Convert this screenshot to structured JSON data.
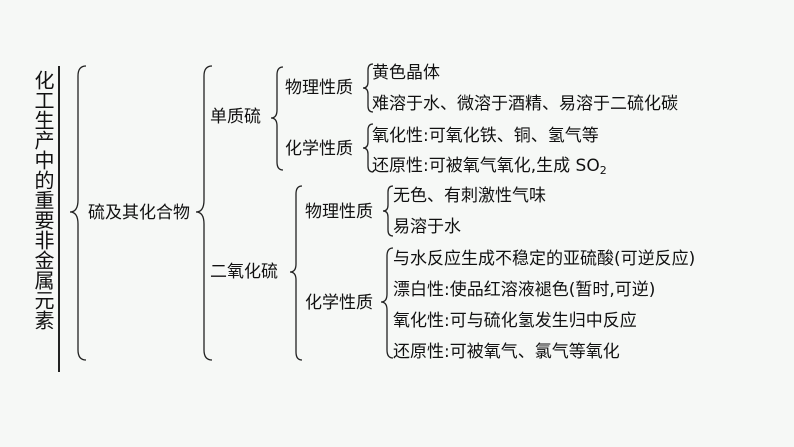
{
  "title": "化工生产中的重要非金属元素",
  "root": "硫及其化合物",
  "branches": [
    {
      "name": "单质硫",
      "groups": [
        {
          "name": "物理性质",
          "items": [
            "黄色晶体",
            "难溶于水、微溶于酒精、易溶于二硫化碳"
          ]
        },
        {
          "name": "化学性质",
          "items": [
            "氧化性:可氧化铁、铜、氢气等",
            "还原性:可被氧气氧化,生成 SO"
          ]
        }
      ]
    },
    {
      "name": "二氧化硫",
      "groups": [
        {
          "name": "物理性质",
          "items": [
            "无色、有刺激性气味",
            "易溶于水"
          ]
        },
        {
          "name": "化学性质",
          "items": [
            "与水反应生成不稳定的亚硫酸(可逆反应)",
            "漂白性:使品红溶液褪色(暂时,可逆)",
            "氧化性:可与硫化氢发生归中反应",
            "还原性:可被氧气、氯气等氧化"
          ]
        }
      ]
    }
  ],
  "subscript": "2"
}
